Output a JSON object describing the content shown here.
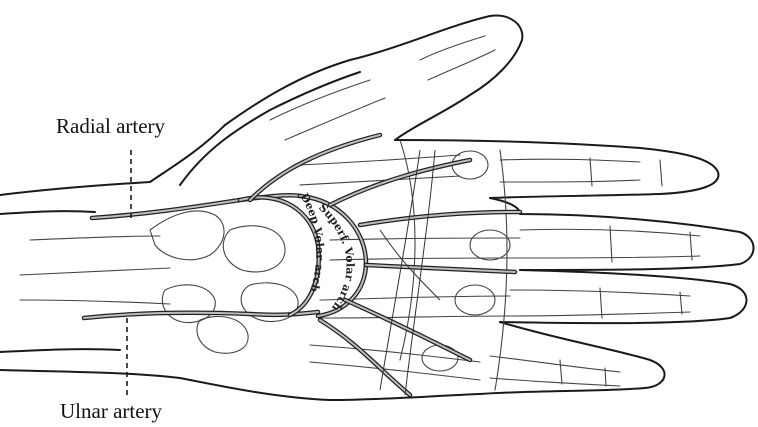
{
  "labels": {
    "radial_artery": "Radial artery",
    "ulnar_artery": "Ulnar artery",
    "deep_volar_arch": "Deep Volar arch",
    "superficial_volar_arch": "Superf. Volar arch"
  }
}
